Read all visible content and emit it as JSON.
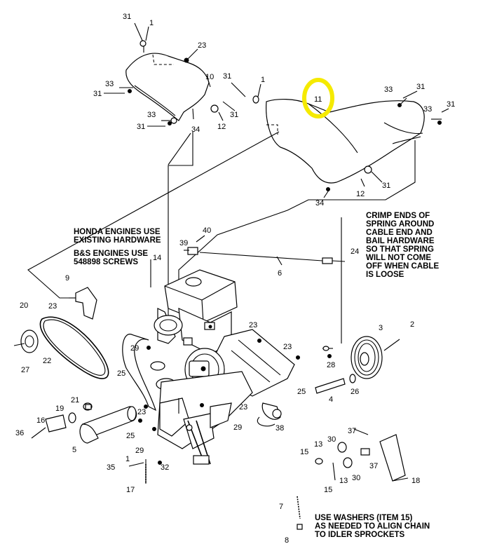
{
  "callouts": [
    {
      "id": "c31a",
      "text": "31"
    },
    {
      "id": "c1a",
      "text": "1"
    },
    {
      "id": "c23a",
      "text": "23"
    },
    {
      "id": "c10",
      "text": "10"
    },
    {
      "id": "c33a",
      "text": "33"
    },
    {
      "id": "c31b",
      "text": "31"
    },
    {
      "id": "c33b",
      "text": "33"
    },
    {
      "id": "c31c",
      "text": "31"
    },
    {
      "id": "c34a",
      "text": "34"
    },
    {
      "id": "c12a",
      "text": "12"
    },
    {
      "id": "c31d",
      "text": "31"
    },
    {
      "id": "c31e",
      "text": "31"
    },
    {
      "id": "c1b",
      "text": "1"
    },
    {
      "id": "c11",
      "text": "11"
    },
    {
      "id": "c33c",
      "text": "33"
    },
    {
      "id": "c31f",
      "text": "31"
    },
    {
      "id": "c33d",
      "text": "33"
    },
    {
      "id": "c31g",
      "text": "31"
    },
    {
      "id": "c12b",
      "text": "12"
    },
    {
      "id": "c31h",
      "text": "31"
    },
    {
      "id": "c34b",
      "text": "34"
    },
    {
      "id": "c40",
      "text": "40"
    },
    {
      "id": "c39",
      "text": "39"
    },
    {
      "id": "c24",
      "text": "24"
    },
    {
      "id": "c6",
      "text": "6"
    },
    {
      "id": "c14",
      "text": "14"
    },
    {
      "id": "c9",
      "text": "9"
    },
    {
      "id": "c23b",
      "text": "23"
    },
    {
      "id": "c20",
      "text": "20"
    },
    {
      "id": "c23c",
      "text": "23"
    },
    {
      "id": "c23d",
      "text": "23"
    },
    {
      "id": "c3",
      "text": "3"
    },
    {
      "id": "c2",
      "text": "2"
    },
    {
      "id": "c29a",
      "text": "29"
    },
    {
      "id": "c27",
      "text": "27"
    },
    {
      "id": "c22",
      "text": "22"
    },
    {
      "id": "c28",
      "text": "28"
    },
    {
      "id": "c25a",
      "text": "25"
    },
    {
      "id": "c25b",
      "text": "25"
    },
    {
      "id": "c26",
      "text": "26"
    },
    {
      "id": "c21",
      "text": "21"
    },
    {
      "id": "c4",
      "text": "4"
    },
    {
      "id": "c19",
      "text": "19"
    },
    {
      "id": "c23e",
      "text": "23"
    },
    {
      "id": "c23f",
      "text": "23"
    },
    {
      "id": "c16",
      "text": "16"
    },
    {
      "id": "c29b",
      "text": "29"
    },
    {
      "id": "c38",
      "text": "38"
    },
    {
      "id": "c25c",
      "text": "25"
    },
    {
      "id": "c36",
      "text": "36"
    },
    {
      "id": "c5",
      "text": "5"
    },
    {
      "id": "c37a",
      "text": "37"
    },
    {
      "id": "c29c",
      "text": "29"
    },
    {
      "id": "c13a",
      "text": "13"
    },
    {
      "id": "c30a",
      "text": "30"
    },
    {
      "id": "c15a",
      "text": "15"
    },
    {
      "id": "c1c",
      "text": "1"
    },
    {
      "id": "c32",
      "text": "32"
    },
    {
      "id": "c35",
      "text": "35"
    },
    {
      "id": "c37b",
      "text": "37"
    },
    {
      "id": "c13b",
      "text": "13"
    },
    {
      "id": "c30b",
      "text": "30"
    },
    {
      "id": "c18",
      "text": "18"
    },
    {
      "id": "c17",
      "text": "17"
    },
    {
      "id": "c15b",
      "text": "15"
    },
    {
      "id": "c7",
      "text": "7"
    },
    {
      "id": "c8",
      "text": "8"
    }
  ],
  "notes": {
    "honda": [
      "HONDA ENGINES USE",
      "EXISTING HARDWARE"
    ],
    "bs": [
      "B&S ENGINES USE",
      "548898 SCREWS"
    ],
    "crimp": [
      "CRIMP ENDS OF",
      "SPRING AROUND",
      "CABLE END AND",
      "BAIL HARDWARE",
      "SO THAT SPRING",
      "WILL NOT COME",
      "OFF WHEN CABLE",
      "IS LOOSE"
    ],
    "washers": [
      "USE WASHERS (ITEM 15)",
      "AS NEEDED TO ALIGN CHAIN",
      "TO IDLER SPROCKETS"
    ]
  },
  "highlight": {
    "color": "#f5ea00",
    "target": "11"
  }
}
